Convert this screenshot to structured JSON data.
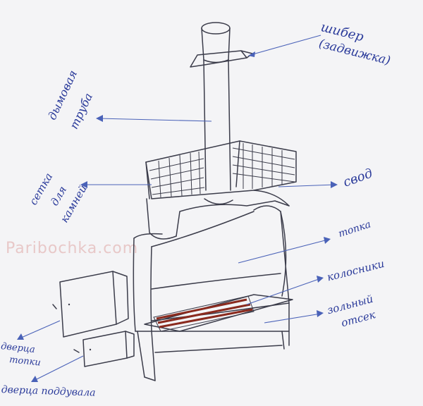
{
  "watermark": "Paribochka.com",
  "labels": {
    "shiber": "шибер",
    "zadvizhka": "(задвижка)",
    "dymovaya": "дымовая",
    "truba": "труба",
    "setka": "сетка",
    "dlya": "для",
    "kamney": "камней",
    "svod": "свод",
    "topka": "топка",
    "kolosniki": "колосники",
    "zolny": "зольный",
    "otsek": "отсек",
    "dvertsa": "дверца",
    "topki": "топки",
    "dvertsa_podduvala": "дверца поддувала"
  },
  "colors": {
    "ink": "#3b3c4a",
    "label": "#2a3a9a",
    "arrow": "#4a62b8",
    "grate": "#8a2a1e"
  }
}
